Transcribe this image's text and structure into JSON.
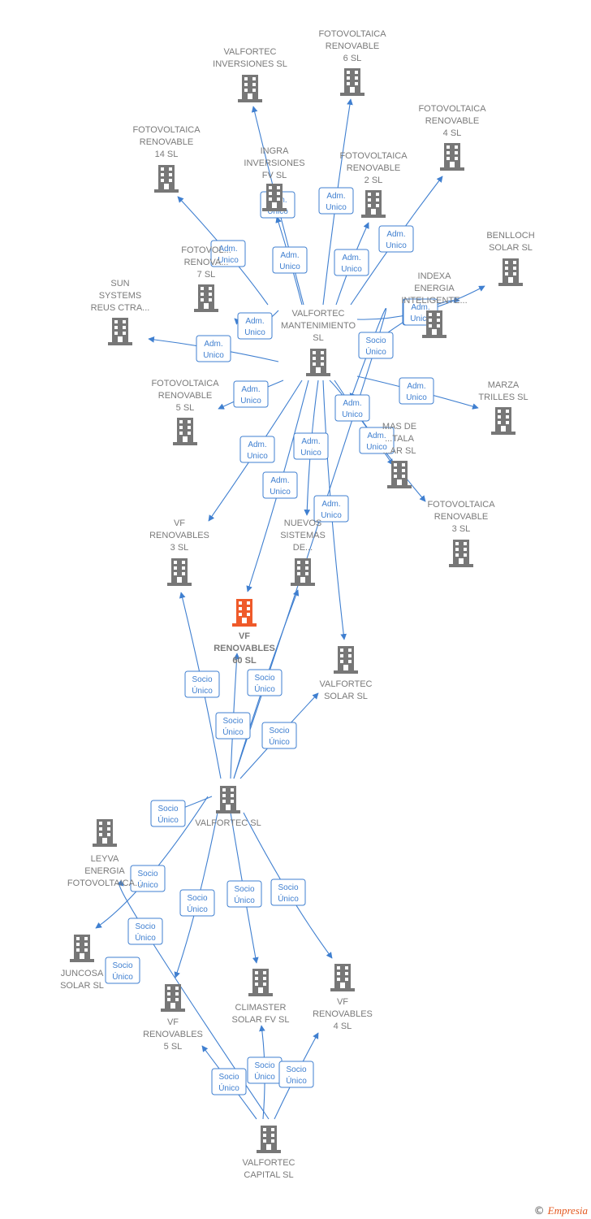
{
  "colors": {
    "edge": "#3f7fd0",
    "node": "#777777",
    "highlight": "#ef5a2a"
  },
  "nodes": [
    {
      "id": "vf60",
      "lines": [
        "VF",
        "RENOVABLES",
        "60  SL"
      ],
      "highlight": true
    },
    {
      "id": "valfortec_sl",
      "lines": [
        "VALFORTEC SL"
      ]
    },
    {
      "id": "mant",
      "lines": [
        "VALFORTEC",
        "MANTENIMIENTO",
        "SL"
      ]
    },
    {
      "id": "capital",
      "lines": [
        "VALFORTEC",
        "CAPITAL  SL"
      ]
    },
    {
      "id": "inversiones",
      "lines": [
        "VALFORTEC",
        "INVERSIONES SL"
      ]
    },
    {
      "id": "fv6",
      "lines": [
        "FOTOVOLTAICA",
        "RENOVABLE",
        "6 SL"
      ]
    },
    {
      "id": "fv4",
      "lines": [
        "FOTOVOLTAICA",
        "RENOVABLE",
        "4 SL"
      ]
    },
    {
      "id": "fv14",
      "lines": [
        "FOTOVOLTAICA",
        "RENOVABLE",
        "14 SL"
      ]
    },
    {
      "id": "ingra",
      "lines": [
        "INGRA",
        "INVERSIONES",
        "FV  SL"
      ]
    },
    {
      "id": "fv2",
      "lines": [
        "FOTOVOLTAICA",
        "RENOVABLE",
        "2  SL"
      ]
    },
    {
      "id": "benlloch",
      "lines": [
        "BENLLOCH",
        "SOLAR SL"
      ]
    },
    {
      "id": "fv7",
      "lines": [
        "FOTOVOL...",
        "RENOVA...",
        "7 SL"
      ]
    },
    {
      "id": "indexa",
      "lines": [
        "INDEXA",
        "ENERGIA",
        "INTELIGENTE..."
      ]
    },
    {
      "id": "sun",
      "lines": [
        "SUN",
        "SYSTEMS",
        "REUS CTRA..."
      ]
    },
    {
      "id": "fv5",
      "lines": [
        "FOTOVOLTAICA",
        "RENOVABLE",
        "5 SL"
      ]
    },
    {
      "id": "marza",
      "lines": [
        "MARZA",
        "TRILLES SL"
      ]
    },
    {
      "id": "masde",
      "lines": [
        "MAS DE",
        "...TALA",
        "...AR SL"
      ]
    },
    {
      "id": "fv3",
      "lines": [
        "FOTOVOLTAICA",
        "RENOVABLE",
        "3 SL"
      ]
    },
    {
      "id": "vf3",
      "lines": [
        "VF",
        "RENOVABLES",
        "3  SL"
      ]
    },
    {
      "id": "nuevos",
      "lines": [
        "NUEVOS",
        "SISTEMAS",
        "DE..."
      ]
    },
    {
      "id": "solar",
      "lines": [
        "VALFORTEC",
        "SOLAR  SL"
      ]
    },
    {
      "id": "leyva",
      "lines": [
        "LEYVA",
        "ENERGIA",
        "FOTOVOLTAICA..."
      ]
    },
    {
      "id": "juncosa",
      "lines": [
        "JUNCOSA",
        "SOLAR  SL"
      ]
    },
    {
      "id": "vf5",
      "lines": [
        "VF",
        "RENOVABLES",
        "5  SL"
      ]
    },
    {
      "id": "climaster",
      "lines": [
        "CLIMASTER",
        "SOLAR FV SL"
      ]
    },
    {
      "id": "vf4",
      "lines": [
        "VF",
        "RENOVABLES",
        "4  SL"
      ]
    }
  ],
  "badges": {
    "adm": [
      "Adm.",
      "Unico"
    ],
    "socio": [
      "Socio",
      "Único"
    ]
  },
  "edge_list": [
    {
      "from": "mant",
      "to": "inversiones",
      "type": "adm"
    },
    {
      "from": "mant",
      "to": "fv6",
      "type": "adm"
    },
    {
      "from": "mant",
      "to": "fv4",
      "type": "adm"
    },
    {
      "from": "mant",
      "to": "fv14",
      "type": "adm"
    },
    {
      "from": "mant",
      "to": "ingra",
      "type": "adm"
    },
    {
      "from": "mant",
      "to": "fv2",
      "type": "adm"
    },
    {
      "from": "mant",
      "to": "benlloch",
      "type": "adm"
    },
    {
      "from": "mant",
      "to": "fv7",
      "type": "adm"
    },
    {
      "from": "mant",
      "to": "indexa",
      "type": "adm"
    },
    {
      "from": "mant",
      "to": "sun",
      "type": "adm"
    },
    {
      "from": "mant",
      "to": "fv5",
      "type": "adm"
    },
    {
      "from": "mant",
      "to": "marza",
      "type": "adm"
    },
    {
      "from": "mant",
      "to": "masde",
      "type": "adm"
    },
    {
      "from": "mant",
      "to": "fv3",
      "type": "adm"
    },
    {
      "from": "mant",
      "to": "vf3",
      "type": "adm"
    },
    {
      "from": "mant",
      "to": "nuevos",
      "type": "adm"
    },
    {
      "from": "mant",
      "to": "vf60",
      "type": "adm"
    },
    {
      "from": "mant",
      "to": "solar",
      "type": "adm"
    },
    {
      "from": "valfortec_sl",
      "to": "vf3",
      "type": "socio"
    },
    {
      "from": "valfortec_sl",
      "to": "vf60",
      "type": "socio"
    },
    {
      "from": "valfortec_sl",
      "to": "nuevos",
      "type": "socio"
    },
    {
      "from": "valfortec_sl",
      "to": "mant",
      "type": "socio"
    },
    {
      "from": "valfortec_sl",
      "to": "solar",
      "type": "socio"
    },
    {
      "from": "valfortec_sl",
      "to": "leyva",
      "type": "socio"
    },
    {
      "from": "valfortec_sl",
      "to": "juncosa",
      "type": "socio"
    },
    {
      "from": "valfortec_sl",
      "to": "vf5",
      "type": "socio"
    },
    {
      "from": "valfortec_sl",
      "to": "climaster",
      "type": "socio"
    },
    {
      "from": "valfortec_sl",
      "to": "vf4",
      "type": "socio"
    },
    {
      "from": "capital",
      "to": "vf5",
      "type": "socio"
    },
    {
      "from": "capital",
      "to": "climaster",
      "type": "socio"
    },
    {
      "from": "capital",
      "to": "vf4",
      "type": "socio"
    },
    {
      "from": "capital",
      "to": "valfortec_sl",
      "type": "socio"
    }
  ],
  "footer": {
    "copyright": "©",
    "brand": "Empresia"
  }
}
